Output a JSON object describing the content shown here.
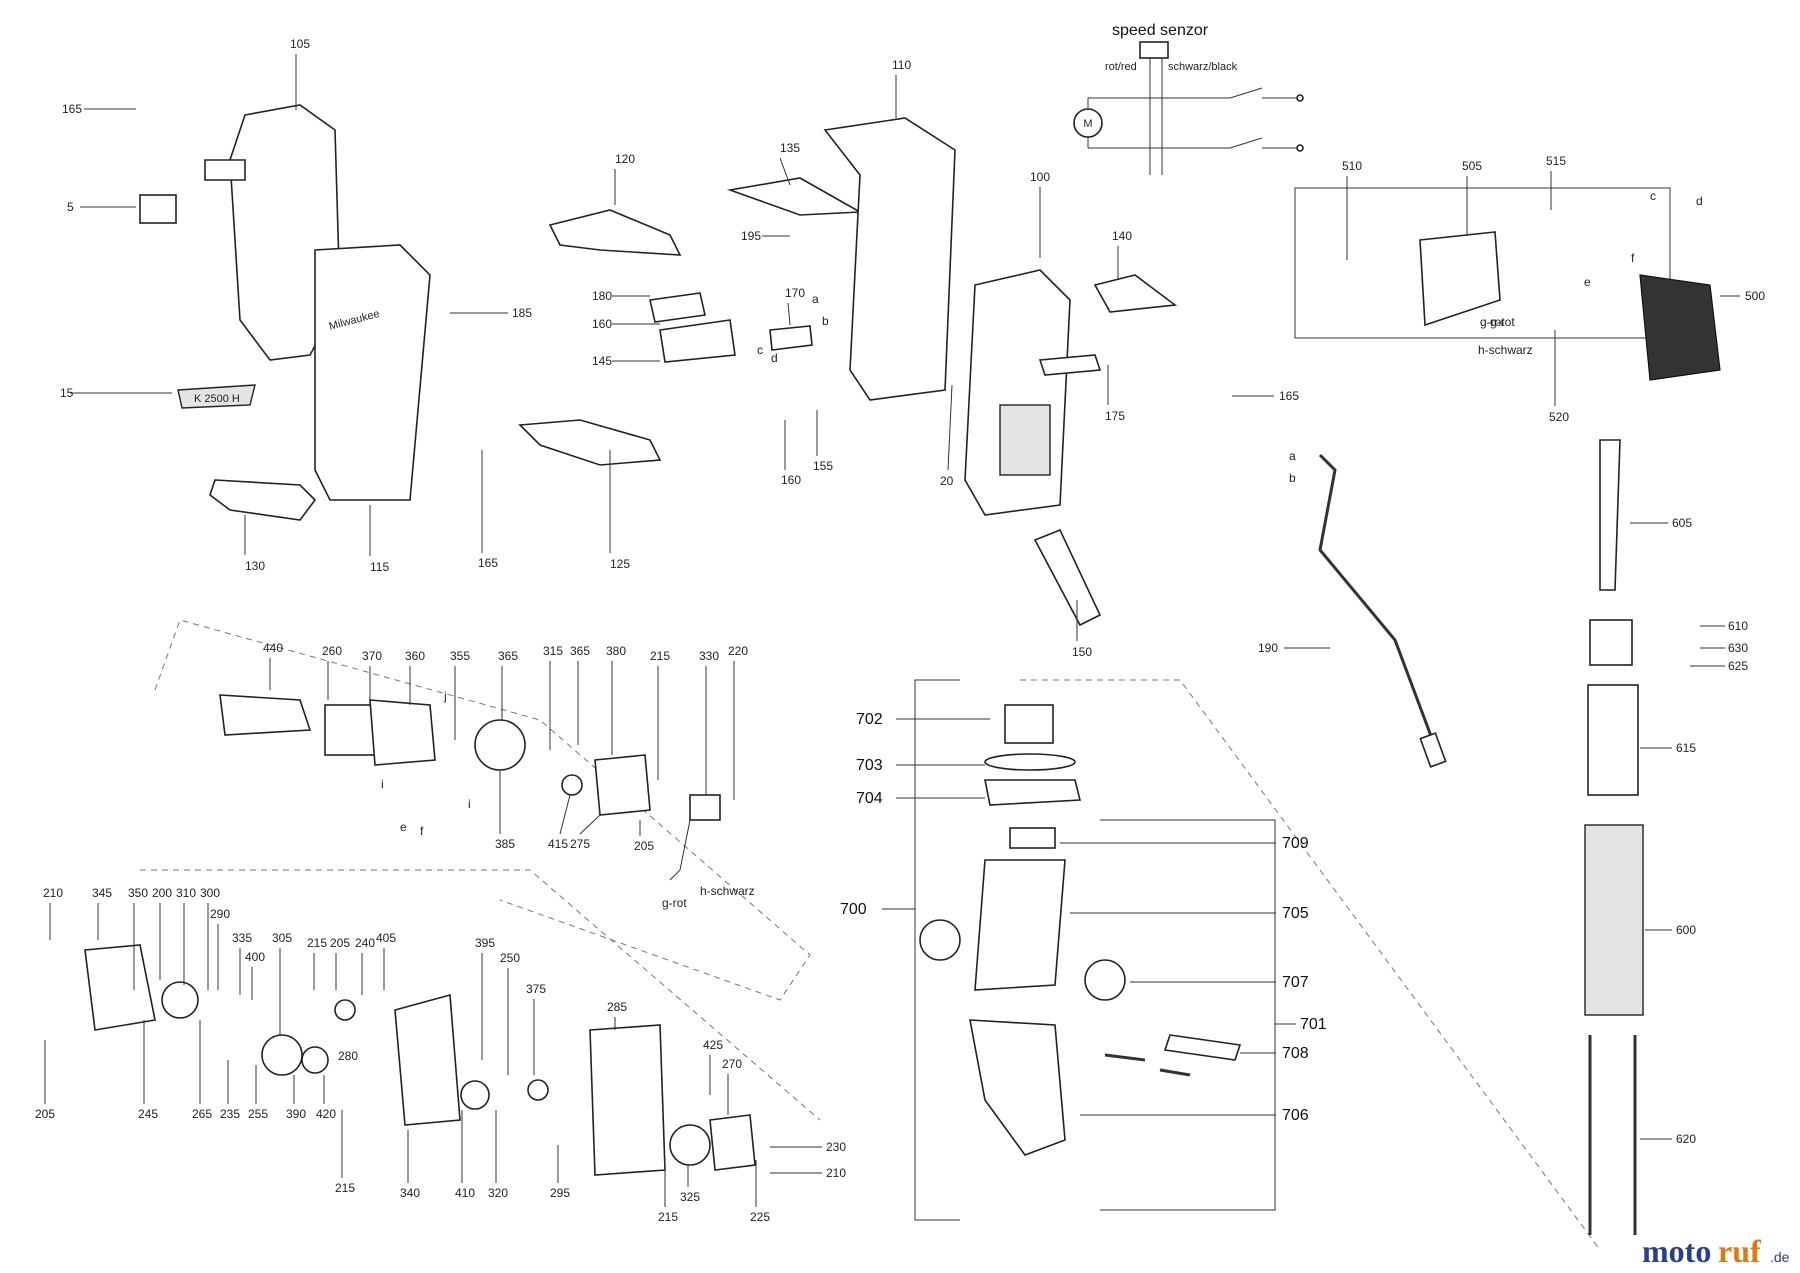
{
  "schematic": {
    "title": "speed senzor",
    "wire_red": "rot/red",
    "wire_black": "schwarz/black",
    "motor_symbol": "M"
  },
  "brand_logo": "Milwaukee",
  "nameplate": "K 2500 H",
  "wire_labels": {
    "g_rot": "g-rot",
    "h_schwarz": "h-schwarz"
  },
  "watermark": {
    "moto": "moto",
    "ruf": "ruf",
    "de": ".de"
  },
  "colors": {
    "line": "#222222",
    "watermark_blue": "#2a3f8f",
    "watermark_orange": "#e07a10"
  },
  "labels": [
    "105",
    "165",
    "5",
    "15",
    "130",
    "115",
    "185",
    "165",
    "120",
    "180",
    "160",
    "145",
    "125",
    "135",
    "195",
    "170",
    "a",
    "b",
    "c",
    "d",
    "160",
    "155",
    "110",
    "20",
    "100",
    "140",
    "175",
    "165",
    "150",
    "510",
    "505",
    "515",
    "c",
    "d",
    "f",
    "e",
    "g-rot",
    "h-schwarz",
    "520",
    "500",
    "a",
    "b",
    "190",
    "605",
    "610",
    "630",
    "625",
    "615",
    "600",
    "620",
    "440",
    "260",
    "370",
    "360",
    "355",
    "j",
    "365",
    "315",
    "365",
    "380",
    "215",
    "330",
    "220",
    "i",
    "e",
    "f",
    "i",
    "385",
    "415",
    "275",
    "205",
    "h-schwarz",
    "g-rot",
    "210",
    "345",
    "350",
    "200",
    "310",
    "300",
    "290",
    "335",
    "400",
    "305",
    "215",
    "205",
    "240",
    "405",
    "395",
    "250",
    "375",
    "285",
    "425",
    "270",
    "230",
    "210",
    "205",
    "245",
    "265",
    "235",
    "255",
    "390",
    "420",
    "280",
    "215",
    "340",
    "410",
    "320",
    "295",
    "215",
    "325",
    "225",
    "702",
    "703",
    "704",
    "700",
    "709",
    "705",
    "707",
    "701",
    "708",
    "706"
  ]
}
